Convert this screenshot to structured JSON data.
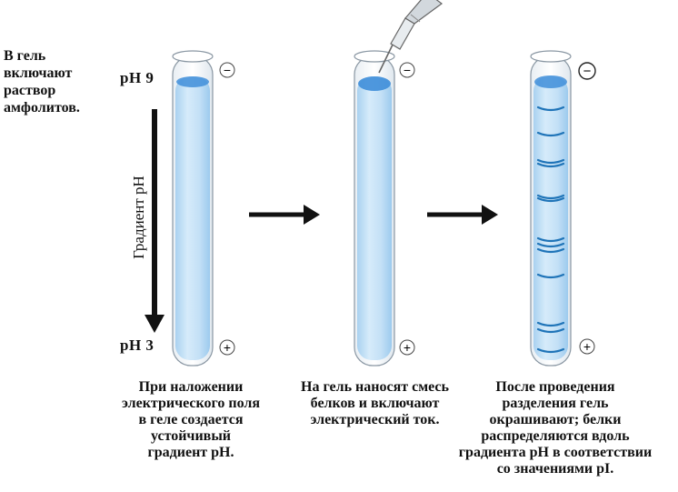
{
  "intro": {
    "text": "В гель\nвключают\nраствор\nамфолитов."
  },
  "ph_top": "pH 9",
  "ph_bottom": "pH 3",
  "gradient_label": "Градиент pH",
  "tubes": [
    {
      "minus": "−",
      "plus": "+"
    },
    {
      "minus": "−",
      "plus": "+"
    },
    {
      "minus": "−",
      "plus": "+"
    }
  ],
  "captions": [
    "При наложении\nэлектрического поля\nв геле создается\nустойчивый\nградиент pH.",
    "На гель наносят смесь\nбелков и включают\nэлектрический ток.",
    "После проведения\nразделения гель\nокрашивают; белки\nраспределяются вдоль\nградиента pH в соответствии\nсо значениями pI."
  ],
  "colors": {
    "gel": "#c6e2f6",
    "gel_edge": "#9fc8e9",
    "sample": "#3f8ed9",
    "band": "#1f74b8",
    "arrow": "#111111"
  }
}
